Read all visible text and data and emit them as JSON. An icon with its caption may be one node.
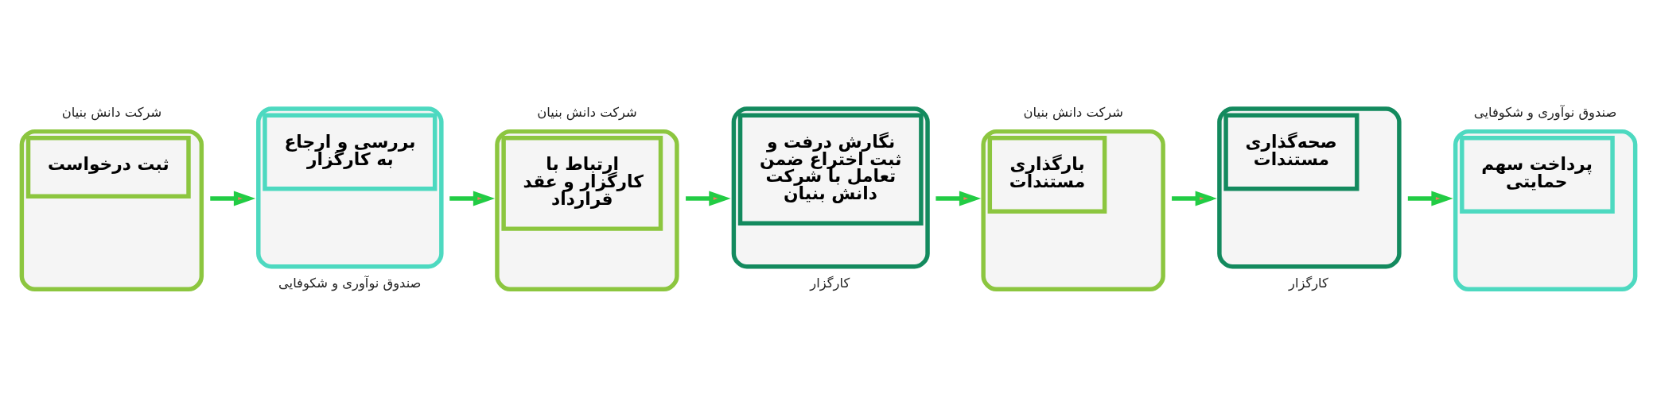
{
  "diagram": {
    "nodes": [
      {
        "text": [
          "ثبت درخواست"
        ],
        "beside": [
          "شرکت دانش بنیان"
        ]
      },
      {
        "text": [
          "بررسی و ارجاع به کارگزار"
        ],
        "beside": [
          "صندوق نوآوری و شکوفایی"
        ]
      },
      {
        "text": [
          "ارتباط با کارگزار و عقد قرارداد"
        ],
        "beside": [
          "شرکت دانش بنیان"
        ]
      },
      {
        "text": [
          "نگارش درفت و ثبت اختراع ضمن تعامل با شرکت دانش بنیان"
        ],
        "beside": [
          "کارگزار"
        ]
      },
      {
        "text": [
          "بارگذاری مستندات"
        ],
        "beside": [
          "شرکت دانش بنیان"
        ]
      },
      {
        "text": [
          "صحه‌گذاری مستندات"
        ],
        "beside": [
          "کارگزار"
        ]
      },
      {
        "text": [
          "پرداخت سهم حمایتی"
        ],
        "beside": [
          "صندوق نوآوری و شکوفایی"
        ]
      }
    ],
    "edges": [
      {
        "from": 0,
        "to": 1,
        "arrow": "to"
      },
      {
        "from": 1,
        "to": 2,
        "arrow": "to"
      },
      {
        "from": 2,
        "to": 3,
        "arrow": "to"
      },
      {
        "from": 3,
        "to": 4,
        "arrow": "to"
      },
      {
        "from": 4,
        "to": 5,
        "arrow": "to"
      },
      {
        "from": 5,
        "to": 6,
        "arrow": "to"
      }
    ]
  }
}
